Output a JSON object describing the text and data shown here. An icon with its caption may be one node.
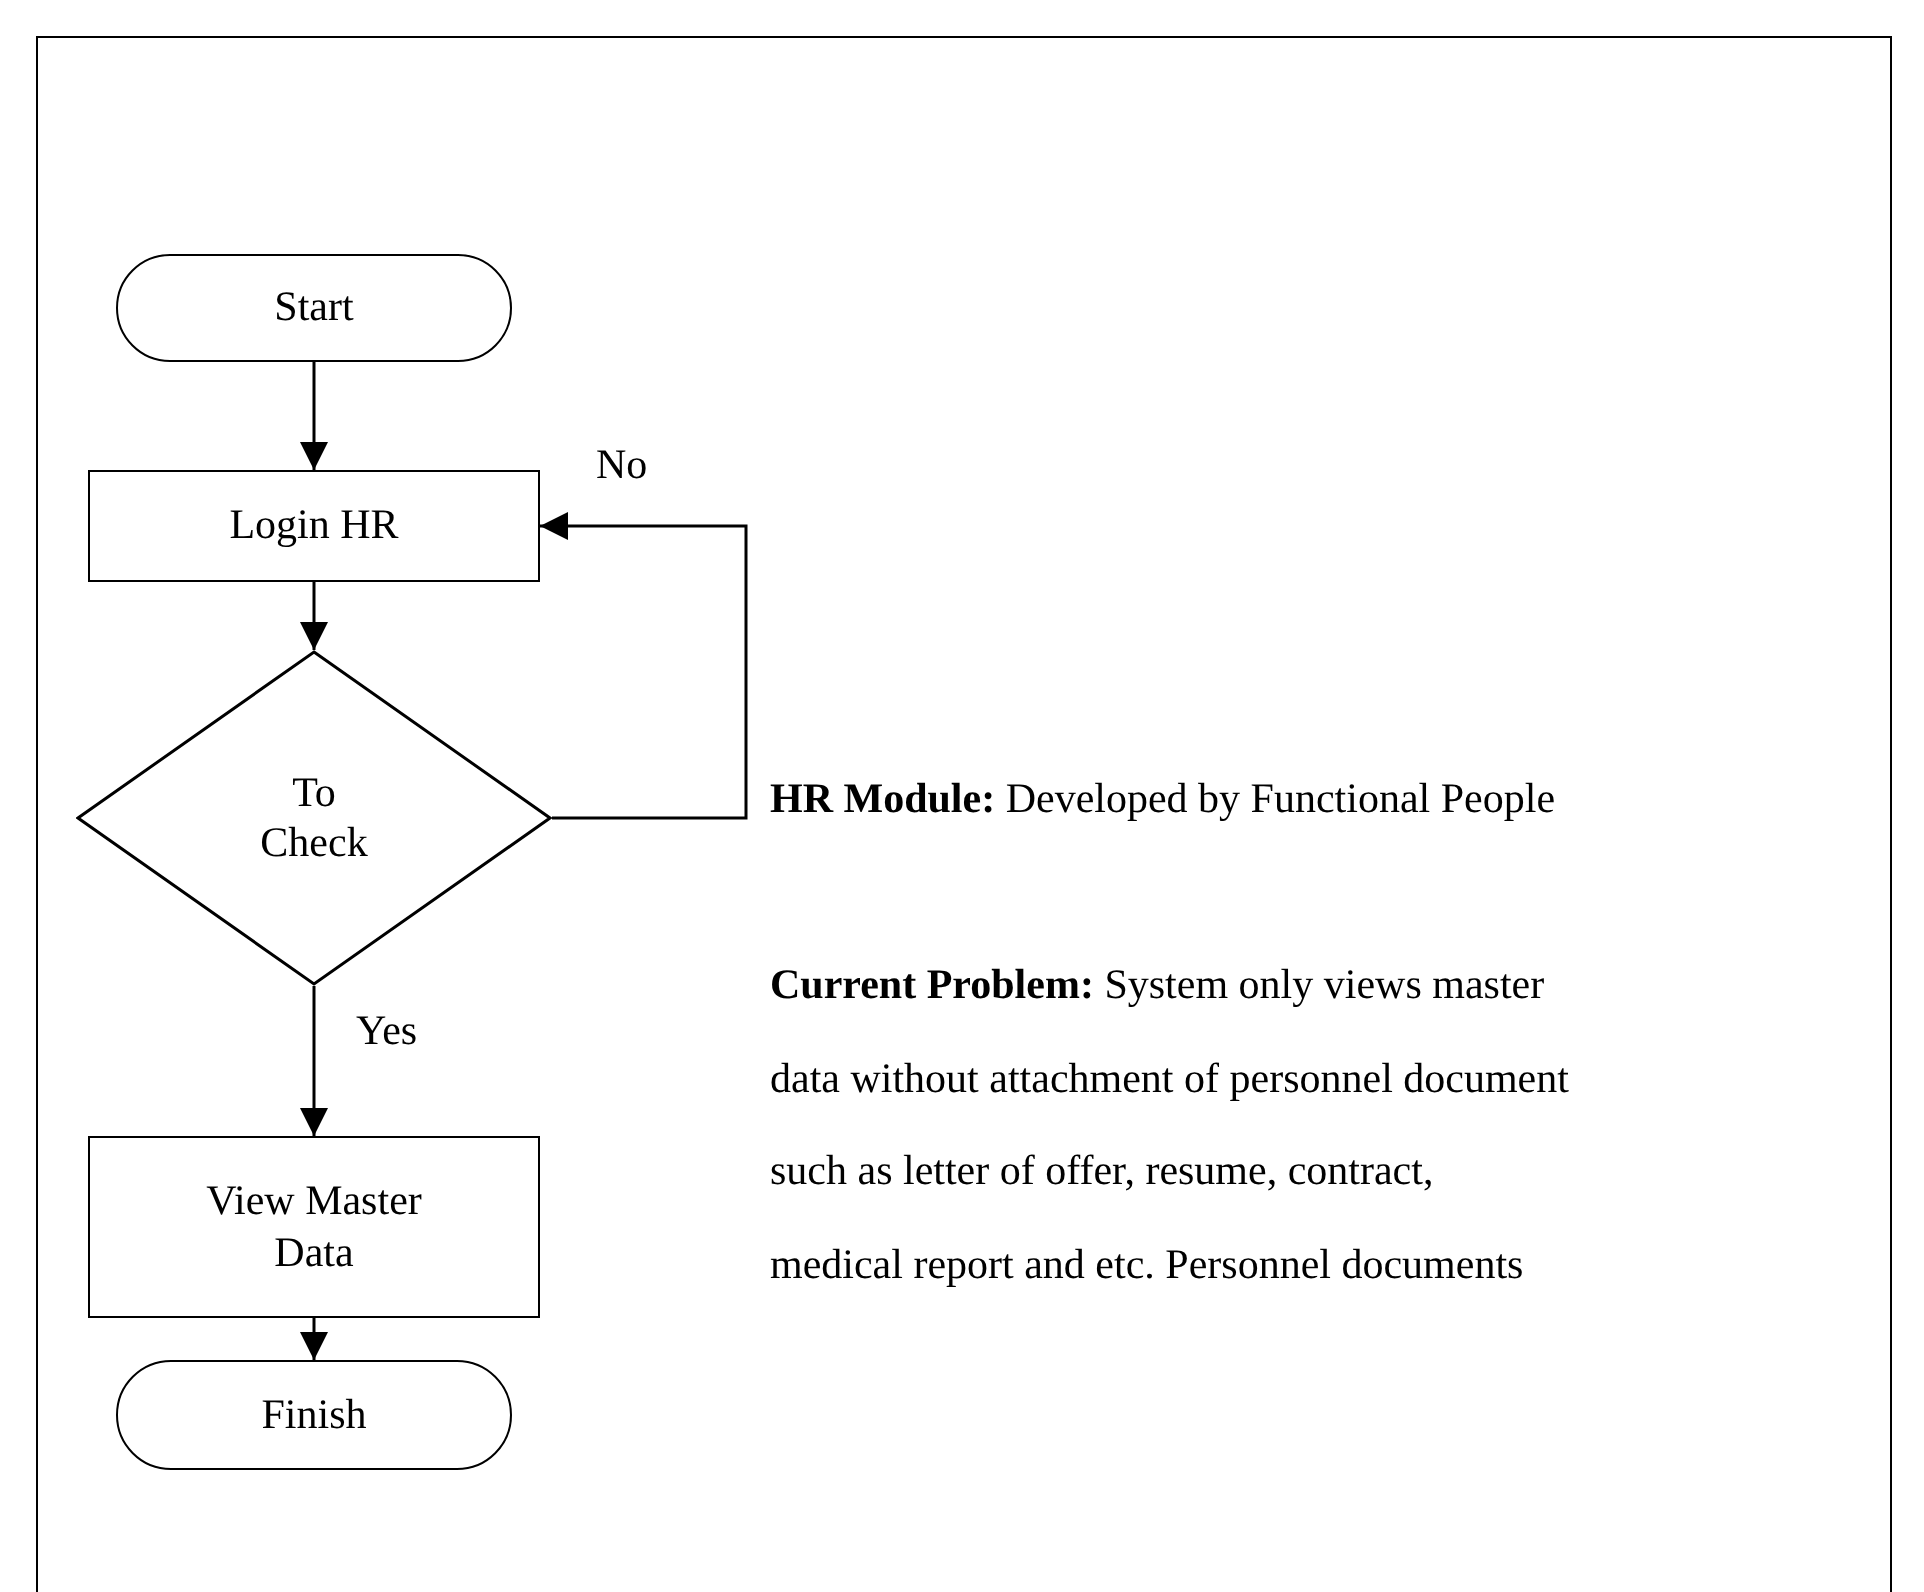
{
  "diagram": {
    "nodes": [
      {
        "text": [
          "Start"
        ]
      },
      {
        "text": [
          "Login HR"
        ]
      },
      {
        "text": [
          "To Check"
        ]
      },
      {
        "text": [
          "View Master Data"
        ]
      },
      {
        "text": [
          "Finish"
        ]
      }
    ],
    "edges": [
      {
        "from": 0,
        "to": 1,
        "arrow": "to"
      },
      {
        "from": 1,
        "to": 2,
        "arrow": "to"
      },
      {
        "from": 2,
        "to": 1,
        "label": "No",
        "arrow": "to"
      },
      {
        "from": 2,
        "to": 3,
        "label": "Yes",
        "arrow": "to"
      },
      {
        "from": 3,
        "to": 4,
        "arrow": "to"
      }
    ],
    "labels": [
      "**HR Module:** Developed by Functional People",
      "**Current Problem:** System only views master data without attachment of personnel document such as letter of offer, resume, contract, medical report and etc. Personnel documents"
    ]
  }
}
